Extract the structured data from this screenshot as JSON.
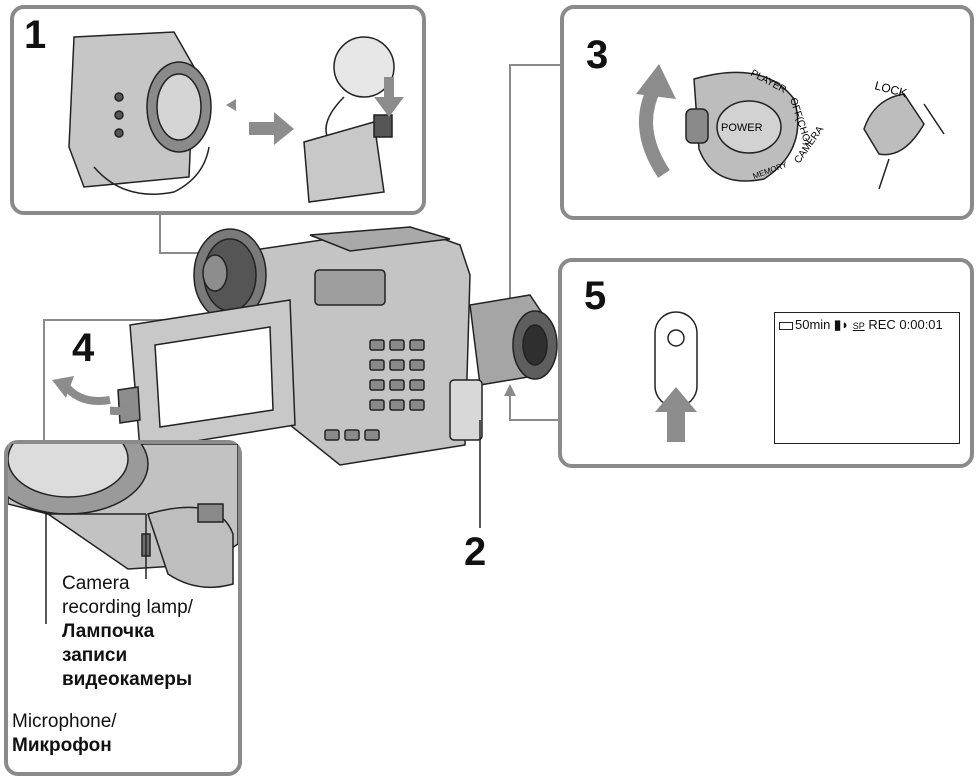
{
  "steps": {
    "s1": "1",
    "s2": "2",
    "s3": "3",
    "s4": "4",
    "s5": "5"
  },
  "dial": {
    "power": "POWER",
    "player": "PLAYER",
    "off_chg": "OFF(CHG)",
    "camera": "CAMERA",
    "memory": "MEMORY",
    "lock": "LOCK"
  },
  "display": {
    "battery": "50min",
    "mode": "SP",
    "status": "REC 0:00:01"
  },
  "labels": {
    "lamp_en_1": "Camera",
    "lamp_en_2": "recording lamp/",
    "lamp_ru_1": "Лампочка",
    "lamp_ru_2": "записи",
    "lamp_ru_3": "видеокамеры",
    "mic_en": "Microphone/",
    "mic_ru": "Микрофон"
  },
  "colors": {
    "panel_border": "#8a8a8a",
    "arrow": "#8c8c8c",
    "body_gray": "#bdbdbd",
    "dark_gray": "#6e6e6e"
  }
}
